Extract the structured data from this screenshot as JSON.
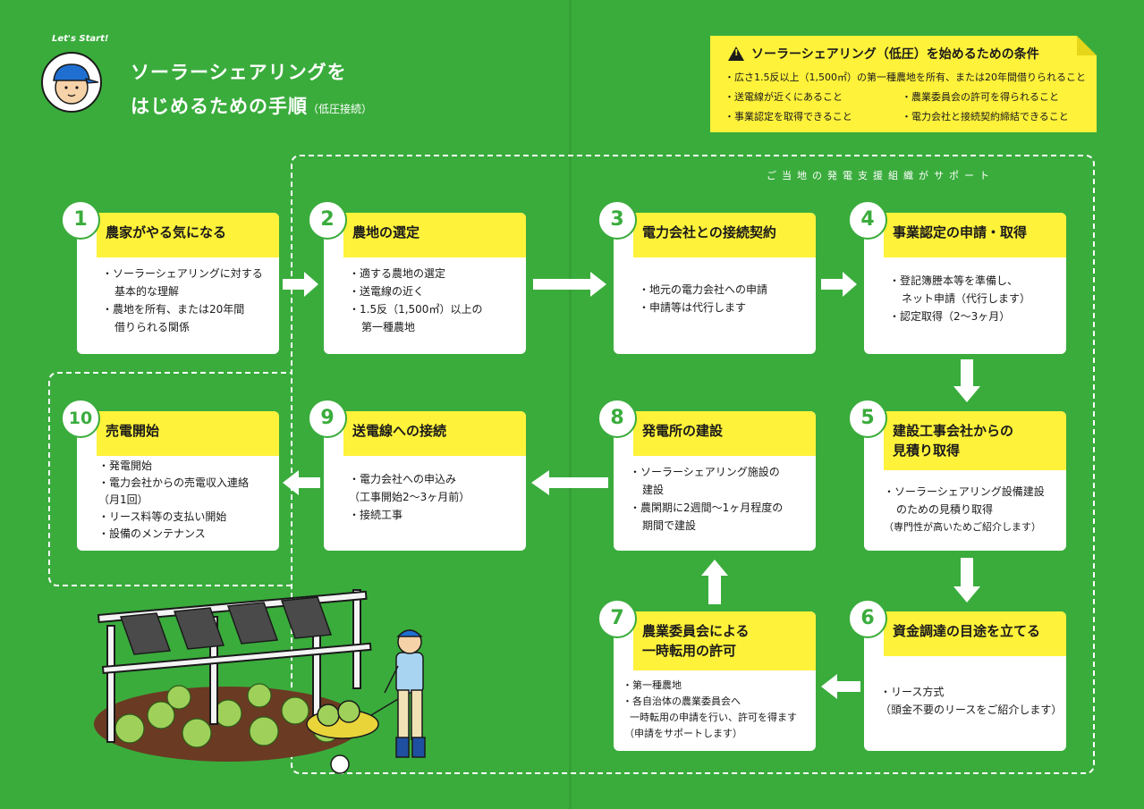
{
  "header": {
    "lets_start": "Let's Start!",
    "title_line1": "ソーラーシェアリングを",
    "title_line2": "はじめるための手順",
    "title_sub": "（低圧接続）"
  },
  "conditions": {
    "title": "ソーラーシェアリング（低圧）を始めるための条件",
    "items": [
      "・広さ1.5反以上（1,500㎡）の第一種農地を所有、または20年間借りられること",
      "・送電線が近くにあること",
      "・農業委員会の許可を得られること",
      "・事業認定を取得できること",
      "・電力会社と接続契約締結できること"
    ]
  },
  "support_label": "ご当地の発電支援組織がサポート",
  "steps": [
    {
      "num": "1",
      "title": "農家がやる気になる",
      "lines": [
        "・ソーラーシェアリングに対する",
        "基本的な理解",
        "・農地を所有、または20年間",
        "借りられる関係"
      ]
    },
    {
      "num": "2",
      "title": "農地の選定",
      "lines": [
        "・適する農地の選定",
        "・送電線の近く",
        "・1.5反（1,500㎡）以上の",
        "第一種農地"
      ]
    },
    {
      "num": "3",
      "title": "電力会社との接続契約",
      "lines": [
        "・地元の電力会社への申請",
        "・申請等は代行します"
      ]
    },
    {
      "num": "4",
      "title": "事業認定の申請・取得",
      "lines": [
        "・登記簿謄本等を準備し、",
        "ネット申請（代行します）",
        "・認定取得（2〜3ヶ月）"
      ]
    },
    {
      "num": "5",
      "title_line1": "建設工事会社からの",
      "title_line2": "見積り取得",
      "lines": [
        "・ソーラーシェアリング設備建設",
        "のための見積り取得",
        "（専門性が高いためご紹介します）"
      ]
    },
    {
      "num": "6",
      "title": "資金調達の目途を立てる",
      "lines": [
        "・リース方式",
        "（頭金不要のリースをご紹介します）"
      ]
    },
    {
      "num": "7",
      "title_line1": "農業委員会による",
      "title_line2": "一時転用の許可",
      "lines": [
        "・第一種農地",
        "・各自治体の農業委員会へ",
        "一時転用の申請を行い、許可を得ます",
        "（申請をサポートします）"
      ]
    },
    {
      "num": "8",
      "title": "発電所の建設",
      "lines": [
        "・ソーラーシェアリング施設の",
        "建設",
        "・農閑期に2週間〜1ヶ月程度の",
        "期間で建設"
      ]
    },
    {
      "num": "9",
      "title": "送電線への接続",
      "lines": [
        "・電力会社への申込み",
        "（工事開始2〜3ヶ月前）",
        "・接続工事"
      ]
    },
    {
      "num": "10",
      "title": "売電開始",
      "lines": [
        "・発電開始",
        "・電力会社からの売電収入連絡",
        "（月1回）",
        "・リース料等の支払い開始",
        "・設備のメンテナンス"
      ]
    }
  ]
}
